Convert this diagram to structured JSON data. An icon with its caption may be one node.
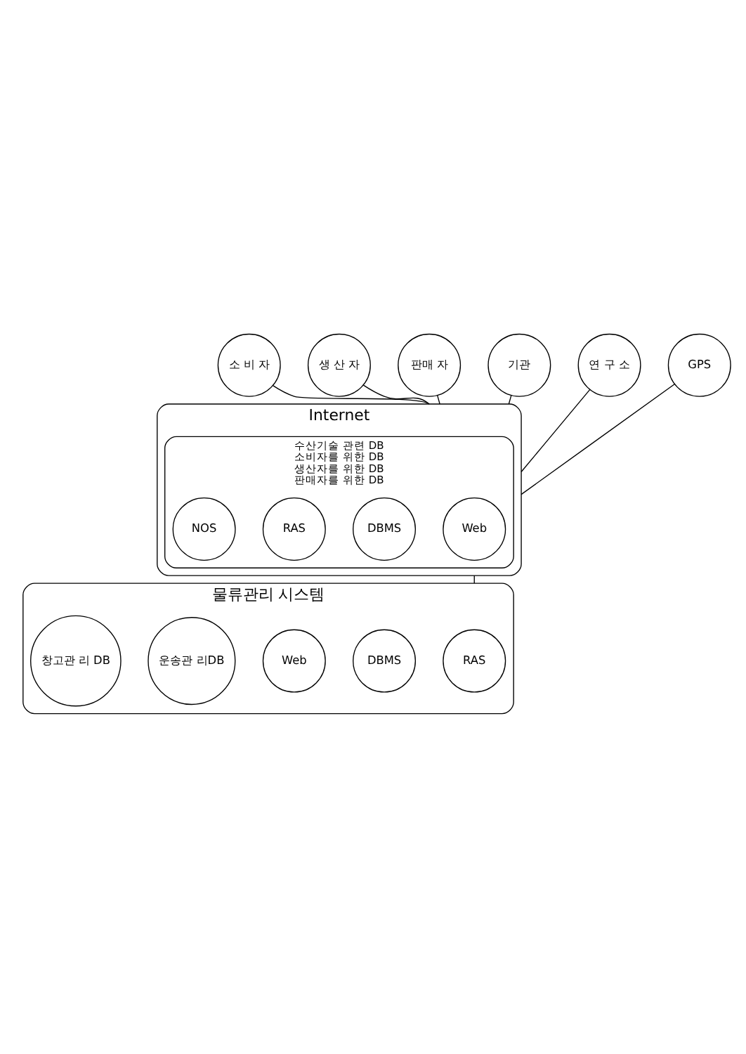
{
  "diagram": {
    "nodes": [
      {
        "text": [
          "Internet"
        ]
      },
      {
        "text": [
          "수산기술 관련 DB",
          "소비자를 위한 DB",
          "생산자를 위한 DB",
          "판매자를 위한 DB"
        ],
        "in": 0
      },
      {
        "text": [
          "Web"
        ],
        "in": 1
      },
      {
        "text": [
          "DBMS"
        ],
        "in": 1
      },
      {
        "text": [
          "RAS"
        ],
        "in": 1
      },
      {
        "text": [
          "NOS"
        ],
        "in": 1
      },
      {
        "text": [
          "소 비 자"
        ]
      },
      {
        "text": [
          "생 산 자"
        ]
      },
      {
        "text": [
          "판매 자"
        ]
      },
      {
        "text": [
          "기관"
        ]
      },
      {
        "text": [
          "연 구 소"
        ]
      },
      {
        "text": [
          "GPS"
        ]
      },
      {
        "text": [
          "물류관리 시스템"
        ]
      },
      {
        "text": [
          "RAS"
        ],
        "in": 12
      },
      {
        "text": [
          "DBMS"
        ],
        "in": 12
      },
      {
        "text": [
          "Web"
        ],
        "in": 12
      },
      {
        "text": [
          "운송관 리DB"
        ],
        "in": 12
      },
      {
        "text": [
          "창고관 리 DB"
        ],
        "in": 12
      }
    ],
    "edges": [
      {
        "from": 6,
        "to": 0,
        "arrow": "none"
      },
      {
        "from": 7,
        "to": 0,
        "arrow": "none"
      },
      {
        "from": 8,
        "to": 0,
        "arrow": "none"
      },
      {
        "from": 9,
        "to": 0,
        "arrow": "none"
      },
      {
        "from": 10,
        "to": 0,
        "arrow": "none"
      },
      {
        "from": 11,
        "to": 0,
        "arrow": "none"
      },
      {
        "from": 0,
        "to": 12,
        "arrow": "none"
      }
    ]
  }
}
